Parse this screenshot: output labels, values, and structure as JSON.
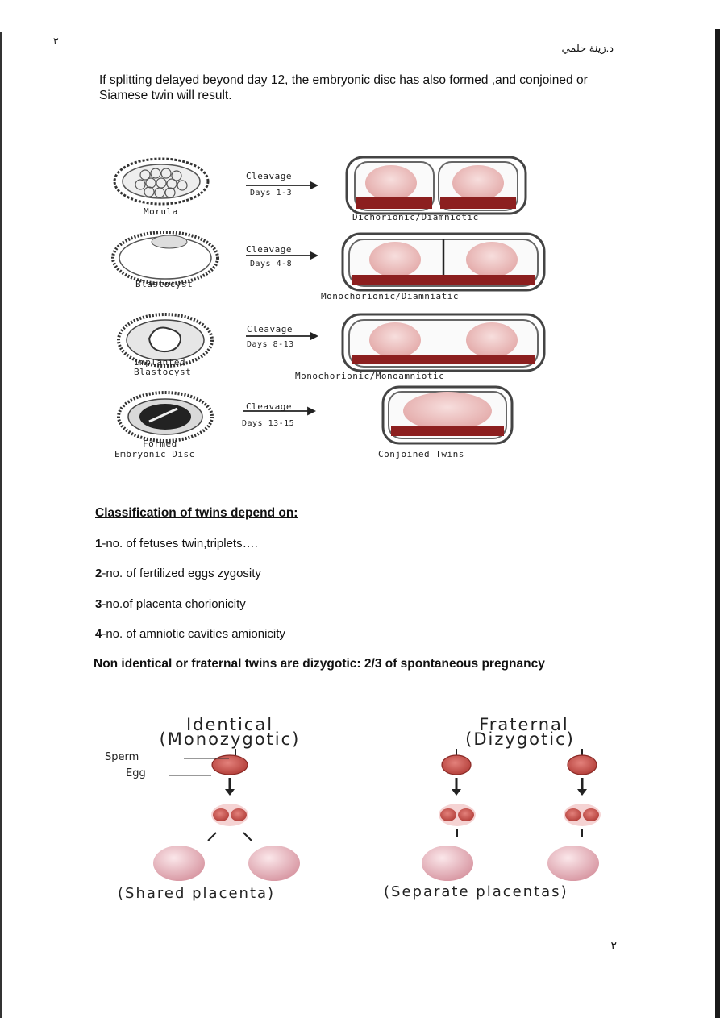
{
  "header": {
    "author": "د.زينة حلمي",
    "corner_mark": "٣"
  },
  "intro_text": "If splitting delayed beyond day 12, the embryonic disc has also formed ,and conjoined or Siamese twin will result.",
  "diagram_top": {
    "stages": [
      {
        "stage": "Morula",
        "arrow_top": "Cleavage",
        "arrow_bottom": "Days 1-3",
        "result": "Dichorionic/Diamniotic"
      },
      {
        "stage": "Blastocyst",
        "arrow_top": "Cleavage",
        "arrow_bottom": "Days 4-8",
        "result": "Monochorionic/Diamniatic"
      },
      {
        "stage_line1": "Implanted",
        "stage_line2": "Blastocyst",
        "arrow_top": "Cleavage",
        "arrow_bottom": "Days 8-13",
        "result": "Monochorionic/Monoamniotic"
      },
      {
        "stage_line1": "Formed",
        "stage_line2": "Embryonic Disc",
        "arrow_top": "Cleavage",
        "arrow_bottom": "Days 13-15",
        "result": "Conjoined Twins"
      }
    ]
  },
  "classification": {
    "heading": "Classification of twins depend on:",
    "items": [
      {
        "num": "1",
        "text": "-no. of fetuses twin,triplets…."
      },
      {
        "num": "2",
        "text": "-no. of fertilized eggs zygosity"
      },
      {
        "num": "3",
        "text": "-no.of placenta chorionicity"
      },
      {
        "num": "4",
        "text": "-no. of amniotic cavities amionicity"
      }
    ],
    "note": "Non identical or fraternal twins are dizygotic:  2/3 of spontaneous pregnancy"
  },
  "diagram_bottom": {
    "identical_title": "Identical",
    "identical_sub": "(Monozygotic)",
    "fraternal_title": "Fraternal",
    "fraternal_sub": "(Dizygotic)",
    "sperm_label": "Sperm",
    "egg_label": "Egg",
    "shared_caption": "(Shared placenta)",
    "separate_caption": "(Separate placentas)"
  },
  "page_number": "٢"
}
